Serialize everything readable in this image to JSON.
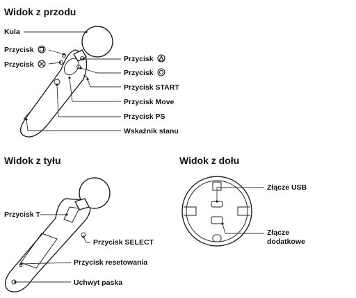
{
  "front": {
    "title": "Widok z przodu",
    "labels": {
      "kula": "Kula",
      "square": "Przycisk",
      "cross": "Przycisk",
      "triangle": "Przycisk",
      "circle": "Przycisk",
      "start": "Przycisk START",
      "move": "Przycisk Move",
      "ps": "Przycisk PS",
      "status": "Wskaźnik stanu"
    }
  },
  "back": {
    "title": "Widok z tyłu",
    "labels": {
      "t": "Przycisk T",
      "select": "Przycisk SELECT",
      "reset": "Przycisk resetowania",
      "strap": "Uchwyt paska"
    }
  },
  "bottom": {
    "title": "Widok z dołu",
    "labels": {
      "usb": "Złącze USB",
      "ext_line1": "Złącze",
      "ext_line2": "dodatkowe"
    }
  }
}
